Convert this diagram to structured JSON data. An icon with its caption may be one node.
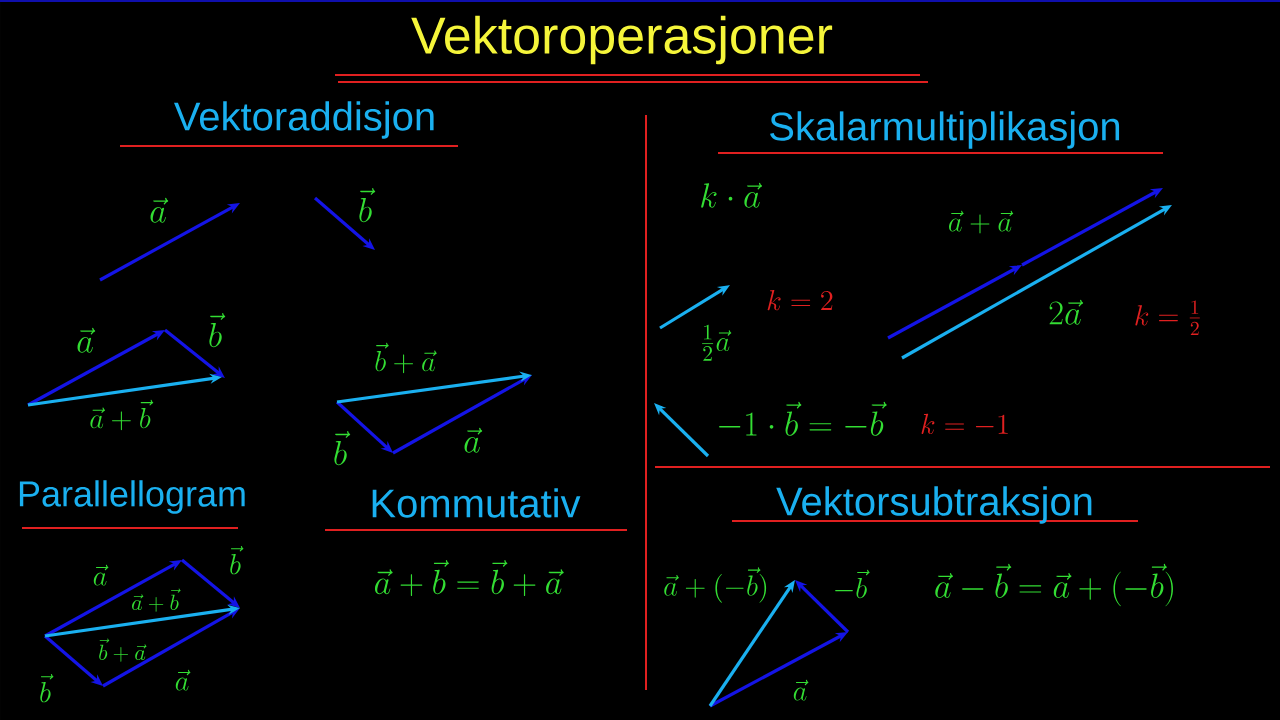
{
  "diagram": {
    "title": "Vektoroperasjoner",
    "labels": [
      "Vektoraddisjon",
      "Skalarmultiplikasjon",
      "\\vec{a}",
      "\\vec{b}",
      "k\\cdot \\vec{a}",
      "\\vec{a}+\\vec{a}",
      "\\vec{a}",
      "\\vec{b}",
      "k=2",
      "\\frac{1}{2}\\vec{a}",
      "2\\vec{a}",
      "k=\\frac{1}{2}",
      "\\vec{b}+\\vec{a}",
      "\\vec{a}+\\vec{b}",
      "-1\\cdot \\vec{b}=-\\vec{b}",
      "k=-1",
      "\\vec{b}",
      "\\vec{a}",
      "Parallellogram",
      "Kommutativ",
      "Vektorsubtraksjon",
      "\\vec{a}",
      "\\vec{b}",
      "\\vec{a}+\\vec{b}",
      "\\vec{b}+\\vec{a}",
      "\\vec{b}",
      "\\vec{a}",
      "\\vec{a}+\\vec{b}=\\vec{b}+\\vec{a}",
      "\\vec{a}+(-\\vec{b})",
      "-\\vec{b}",
      "\\vec{a}-\\vec{b}=\\vec{a}+(-\\vec{b})",
      "\\vec{a}"
    ]
  }
}
